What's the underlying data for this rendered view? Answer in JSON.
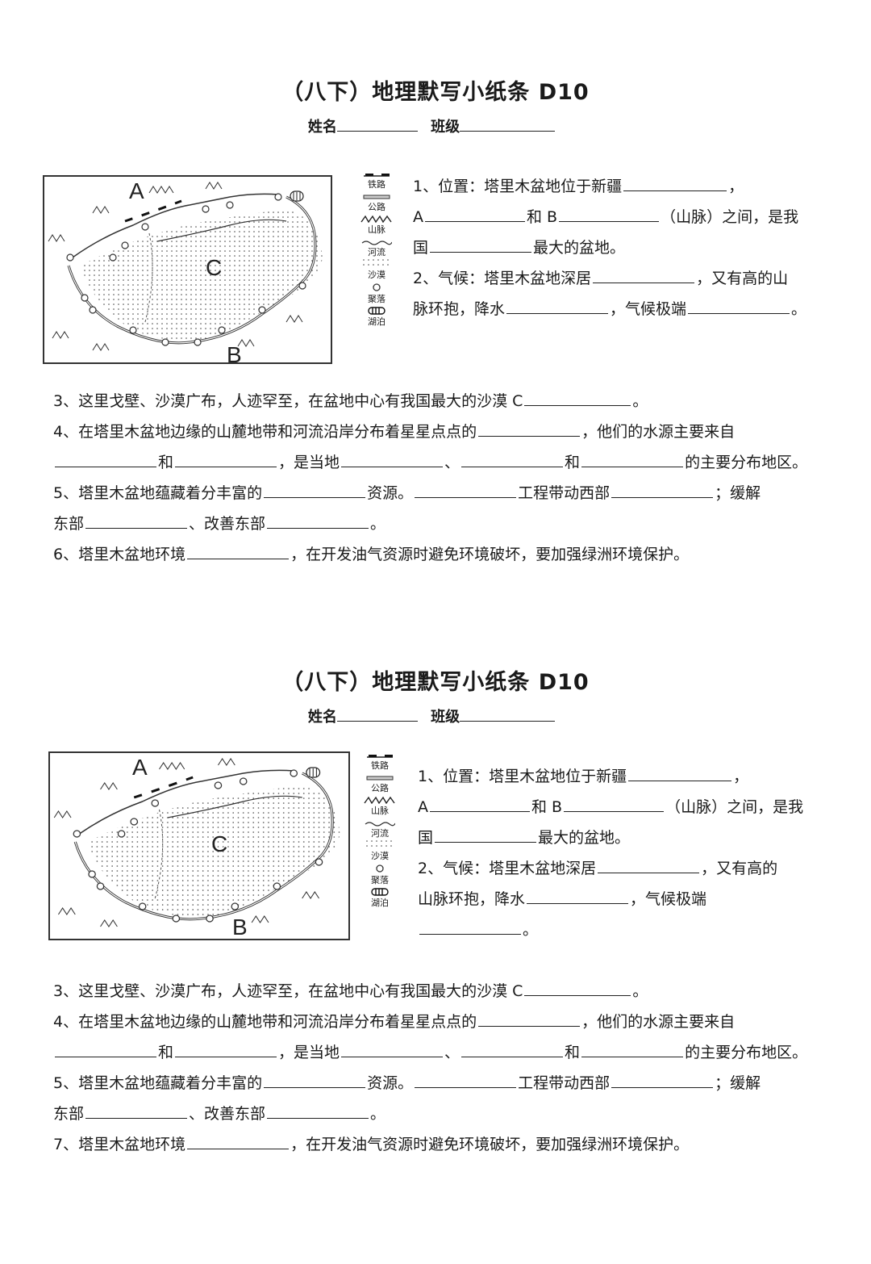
{
  "sheets": [
    {
      "title": "（八下）地理默写小纸条 D10",
      "name_label": "姓名",
      "class_label": "班级",
      "map": {
        "labels": {
          "a": "A",
          "b": "B",
          "c": "C"
        },
        "legend": [
          {
            "icon": "railway-icon",
            "label": "铁路"
          },
          {
            "icon": "highway-icon",
            "label": "公路"
          },
          {
            "icon": "mountain-icon",
            "label": "山脉"
          },
          {
            "icon": "river-icon",
            "label": "河流"
          },
          {
            "icon": "desert-icon",
            "label": "沙漠"
          },
          {
            "icon": "settlement-icon",
            "label": "聚落"
          },
          {
            "icon": "lake-icon",
            "label": "湖泊"
          }
        ]
      },
      "q1": {
        "a": "1、位置：塔里木盆地位于新疆",
        "b": "，",
        "c": "A",
        "d": "和 B",
        "e": "（山脉）之间，是我",
        "f": "国",
        "g": "最大的盆地。"
      },
      "q2": {
        "a": "2、气候：塔里木盆地深居",
        "b": "，又有高的山",
        "c": "脉环抱，降水",
        "d": "，气候极端",
        "e": "。"
      },
      "q3": {
        "a": "3、这里戈壁、沙漠广布，人迹罕至，在盆地中心有我国最大的沙漠 C",
        "b": "。"
      },
      "q4": {
        "a": "4、在塔里木盆地边缘的山麓地带和河流沿岸分布着星星点点的",
        "b": "，他们的水源主要来自",
        "c": "和",
        "d": "，是当地",
        "e": "、",
        "f": "和",
        "g": "的主要分布地区。"
      },
      "q5": {
        "a": "5、塔里木盆地蕴藏着分丰富的",
        "b": "资源。",
        "c": "工程带动西部",
        "d": "；缓解",
        "e": "东部",
        "f": "、改善东部",
        "g": "。"
      },
      "q6": {
        "a": "6、塔里木盆地环境",
        "b": "，在开发油气资源时避免环境破坏，要加强绿洲环境保护。"
      }
    },
    {
      "title": "（八下）地理默写小纸条 D10",
      "name_label": "姓名",
      "class_label": "班级",
      "map": {
        "labels": {
          "a": "A",
          "b": "B",
          "c": "C"
        },
        "legend": [
          {
            "icon": "railway-icon",
            "label": "铁路"
          },
          {
            "icon": "highway-icon",
            "label": "公路"
          },
          {
            "icon": "mountain-icon",
            "label": "山脉"
          },
          {
            "icon": "river-icon",
            "label": "河流"
          },
          {
            "icon": "desert-icon",
            "label": "沙漠"
          },
          {
            "icon": "settlement-icon",
            "label": "聚落"
          },
          {
            "icon": "lake-icon",
            "label": "湖泊"
          }
        ]
      },
      "q1": {
        "a": "1、位置：塔里木盆地位于新疆",
        "b": "，",
        "c": "A",
        "d": "和 B",
        "e": "（山脉）之间，是我",
        "f": "国",
        "g": "最大的盆地。"
      },
      "q2": {
        "a": "2、气候：塔里木盆地深居",
        "b": "，又有高的",
        "c": "山脉环抱，降水",
        "d": "，气候极端",
        "e": "。"
      },
      "q3": {
        "a": "3、这里戈壁、沙漠广布，人迹罕至，在盆地中心有我国最大的沙漠 C",
        "b": "。"
      },
      "q4": {
        "a": "4、在塔里木盆地边缘的山麓地带和河流沿岸分布着星星点点的",
        "b": "，他们的水源主要来自",
        "c": "和",
        "d": "，是当地",
        "e": "、",
        "f": "和",
        "g": "的主要分布地区。"
      },
      "q5": {
        "a": "5、塔里木盆地蕴藏着分丰富的",
        "b": "资源。",
        "c": "工程带动西部",
        "d": "；缓解",
        "e": "东部",
        "f": "、改善东部",
        "g": "。"
      },
      "q6": {
        "a": "7、塔里木盆地环境",
        "b": "，在开发油气资源时避免环境破坏，要加强绿洲环境保护。"
      }
    }
  ]
}
